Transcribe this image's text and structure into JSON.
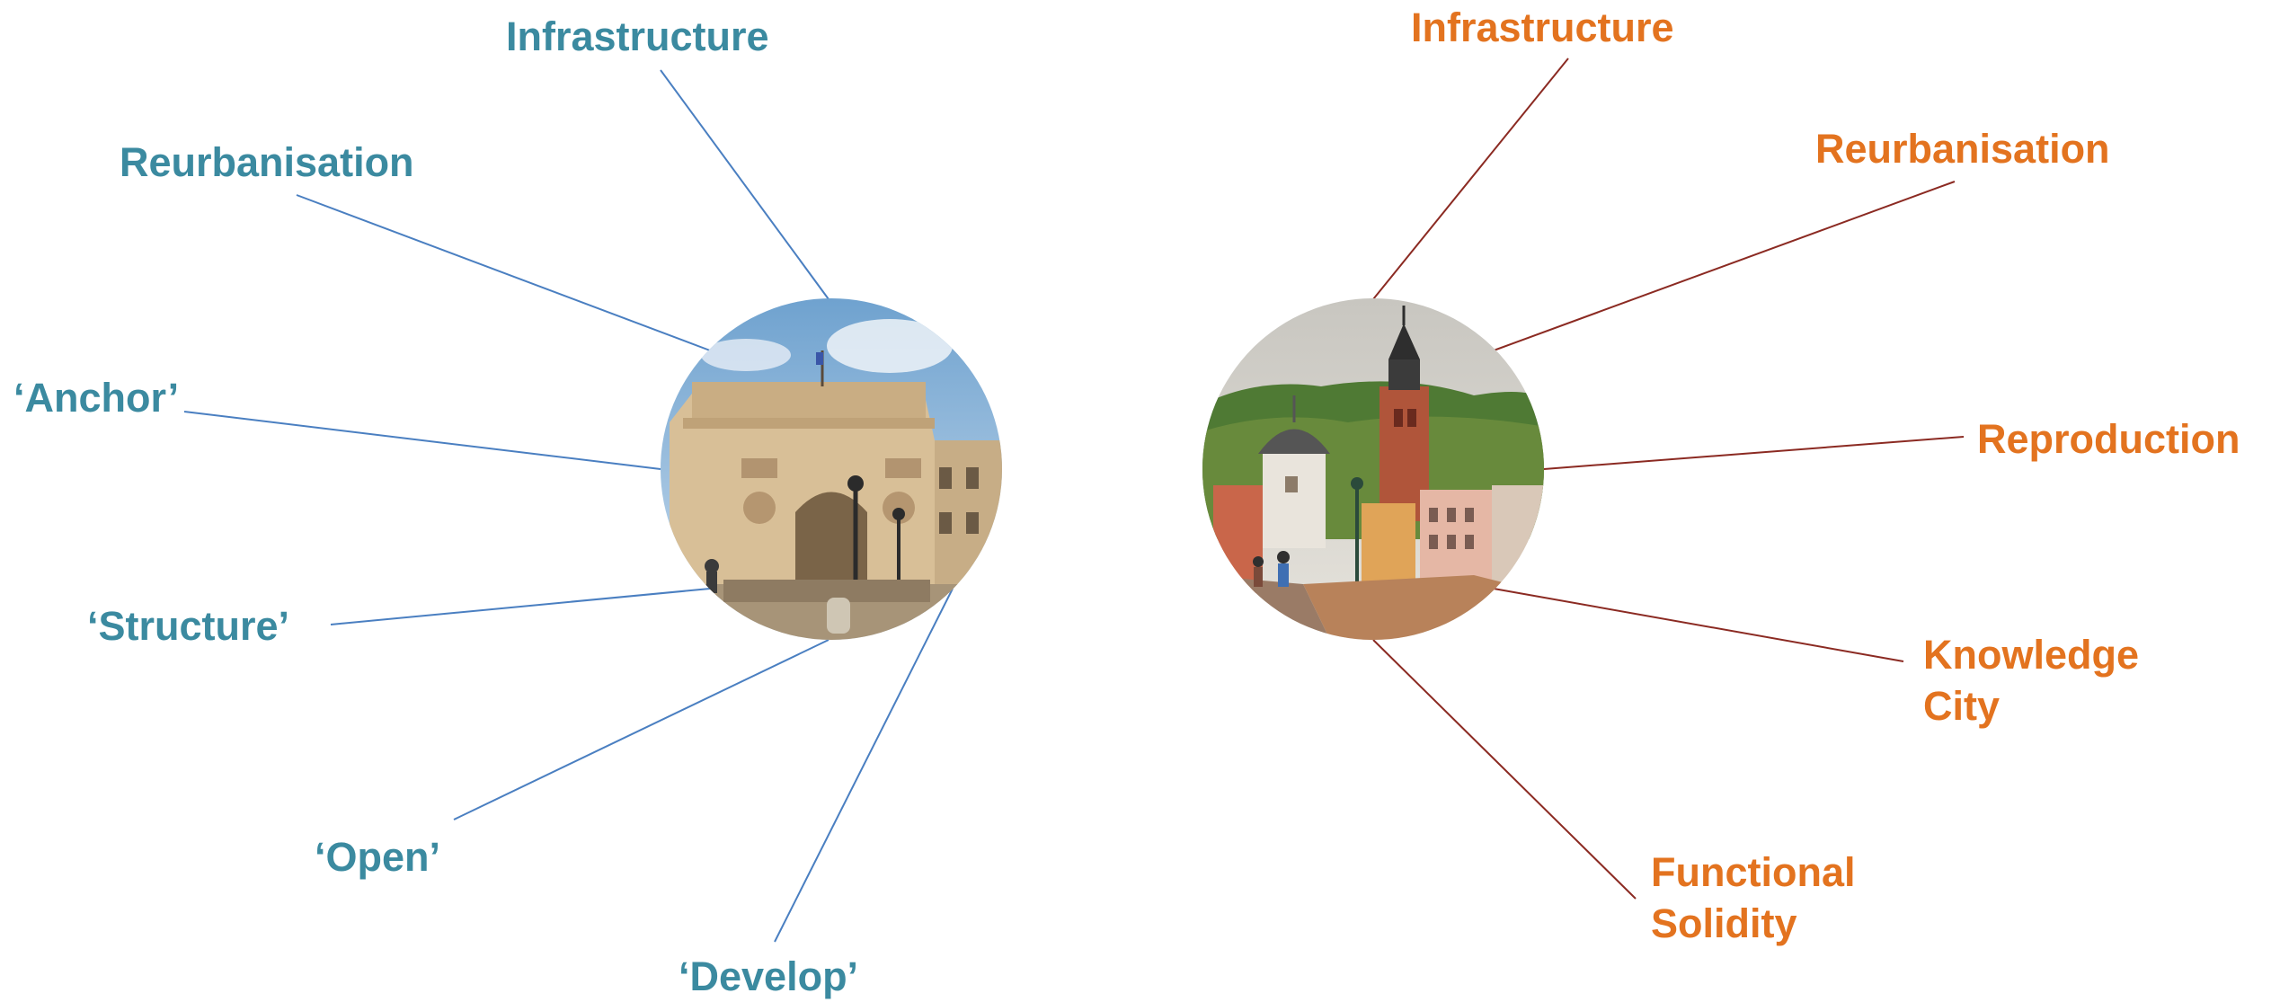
{
  "colors": {
    "teal": "#3b8aa0",
    "orange": "#e3731f",
    "teal_line": "#4a7fc1",
    "orange_line": "#8b2a22"
  },
  "left_diagram": {
    "image": "circular photo of a triumphal arch (city gate) with street lamps and blue sky",
    "labels": {
      "infrastructure": "Infrastructure",
      "reurbanisation": "Reurbanisation",
      "anchor": "‘Anchor’",
      "structure": "‘Structure’",
      "open": "‘Open’",
      "develop": "‘Develop’"
    }
  },
  "right_diagram": {
    "image": "circular photo of an old town with a church tower, bridge gate and wooded hills",
    "labels": {
      "infrastructure": "Infrastructure",
      "reurbanisation": "Reurbanisation",
      "reproduction": "Reproduction",
      "knowledge_city_line1": "Knowledge",
      "knowledge_city_line2": "City",
      "functional_solidity_line1": "Functional",
      "functional_solidity_line2": "Solidity"
    }
  }
}
